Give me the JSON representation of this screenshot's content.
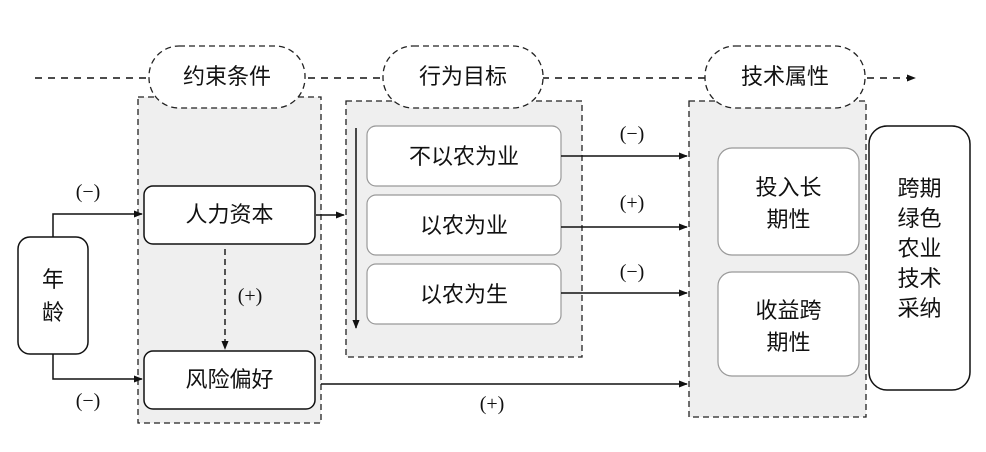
{
  "headers": {
    "constraint": "约束条件",
    "goal": "行为目标",
    "attribute": "技术属性"
  },
  "nodes": {
    "age": [
      "年",
      "龄"
    ],
    "human_capital": "人力资本",
    "risk_preference": "风险偏好",
    "non_farm": "不以农为业",
    "farm_as_career": "以农为业",
    "farm_as_living": "以农为生",
    "long_investment": [
      "投入长",
      "期性"
    ],
    "cross_period_benefit": [
      "收益跨",
      "期性"
    ],
    "adoption": [
      "跨期",
      "绿色",
      "农业",
      "技术",
      "采纳"
    ]
  },
  "edge_signs": {
    "age_to_human_capital": "(−)",
    "age_to_risk_preference": "(−)",
    "human_capital_to_risk": "(+)",
    "non_farm_to_attr": "(−)",
    "farm_career_to_attr": "(+)",
    "farm_living_to_attr": "(−)",
    "risk_to_attr": "(+)"
  }
}
